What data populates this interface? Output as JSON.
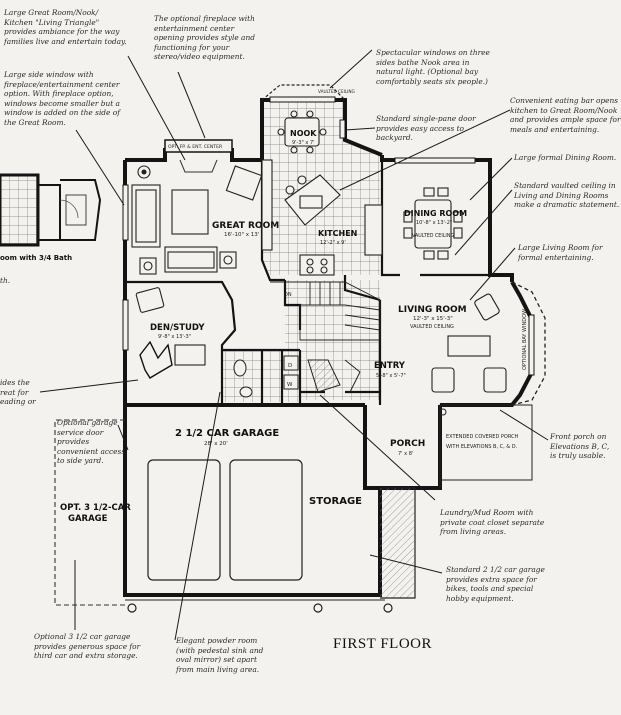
{
  "plan_title": "FIRST FLOOR",
  "rooms": {
    "great_room": {
      "name": "GREAT ROOM",
      "dims": "16'-10\" x 13'"
    },
    "nook": {
      "name": "NOOK",
      "dims": "9'-3\" x 7'"
    },
    "kitchen": {
      "name": "KITCHEN",
      "dims": "12'-2\" x 9'"
    },
    "dining_room": {
      "name": "DINING ROOM",
      "dims": "10'-8\" x 13'-2\"",
      "note": "VAULTED CEILING"
    },
    "living_room": {
      "name": "LIVING ROOM",
      "dims": "12'-3\" x 15'-3\"",
      "note": "VAULTED CEILING"
    },
    "den_study": {
      "name": "DEN/STUDY",
      "dims": "9'-8\" x 13'-3\""
    },
    "entry": {
      "name": "ENTRY",
      "dims": "5'-8\" x 5'-7\""
    },
    "garage": {
      "name": "2 1/2 CAR GARAGE",
      "dims": "28' x 20'"
    },
    "storage": {
      "name": "STORAGE"
    },
    "porch": {
      "name": "PORCH",
      "dims": "7' x 8'"
    },
    "porch_note": [
      "EXTENDED COVERED PORCH",
      "WITH ELEVATIONS B, C, & D."
    ],
    "opt_garage": [
      "OPT. 3 1/2-CAR",
      "GARAGE"
    ],
    "side_room": "oom with 3/4 Bath",
    "fireplace_label": "OPT. FP. & ENT. CENTER",
    "bay_window": "OPTIONAL BAY WINDOW",
    "dn_label": "DN",
    "vaulted_small": "VAULTED CEILING",
    "d_label": "D",
    "w_label": "W"
  },
  "annotations": {
    "a1": [
      "Large Great Room/Nook/",
      "Kitchen \"Living Triangle\"",
      "provides ambiance for the way",
      "families live and entertain today."
    ],
    "a2": [
      "The optional fireplace with",
      "entertainment center",
      "opening provides style and",
      "functioning for your",
      "stereo/video equipment."
    ],
    "a3": [
      "Large side window with",
      "fireplace/entertainment center",
      "option. With fireplace option,",
      "windows become smaller but a",
      "window is added on the side of",
      "the Great Room."
    ],
    "a4": [
      "Spectacular windows on three",
      "sides bathe Nook area in",
      "natural light. (Optional bay",
      "comfortably seats six people.)"
    ],
    "a5": [
      "Standard single-pane door",
      "provides easy access to",
      "backyard."
    ],
    "a6": [
      "Convenient eating bar opens",
      "kitchen to Great Room/Nook",
      "and provides ample space for",
      "meals and entertaining."
    ],
    "a7": [
      "Large formal Dining Room."
    ],
    "a8": [
      "Standard vaulted ceiling in",
      "Living and Dining Rooms",
      "make a dramatic statement."
    ],
    "a9": [
      "Large Living Room for",
      "formal entertaining."
    ],
    "a10": [
      "Optional garage",
      "service door",
      "provides",
      "convenient access",
      "to side yard."
    ],
    "a11": [
      "Front porch on",
      "Elevations B, C,",
      "is truly usable."
    ],
    "a12": [
      "Laundry/Mud Room with",
      "private coat closet separate",
      "from living areas."
    ],
    "a13": [
      "Standard 2 1/2 car garage",
      "provides extra space for",
      "bikes, tools and special",
      "hobby equipment."
    ],
    "a14": [
      "Optional 3 1/2 car garage",
      "provides generous space for",
      "third car and extra storage."
    ],
    "a15": [
      "Elegant powder room",
      "(with pedestal sink and",
      "oval mirror) set apart",
      "from main living area."
    ],
    "a16": [
      "ides the",
      "reat for",
      "eading or"
    ],
    "a17": [
      "th."
    ]
  },
  "colors": {
    "wall": "#141414",
    "paper": "#f3f2ee",
    "tile": "#6a6a6a"
  }
}
